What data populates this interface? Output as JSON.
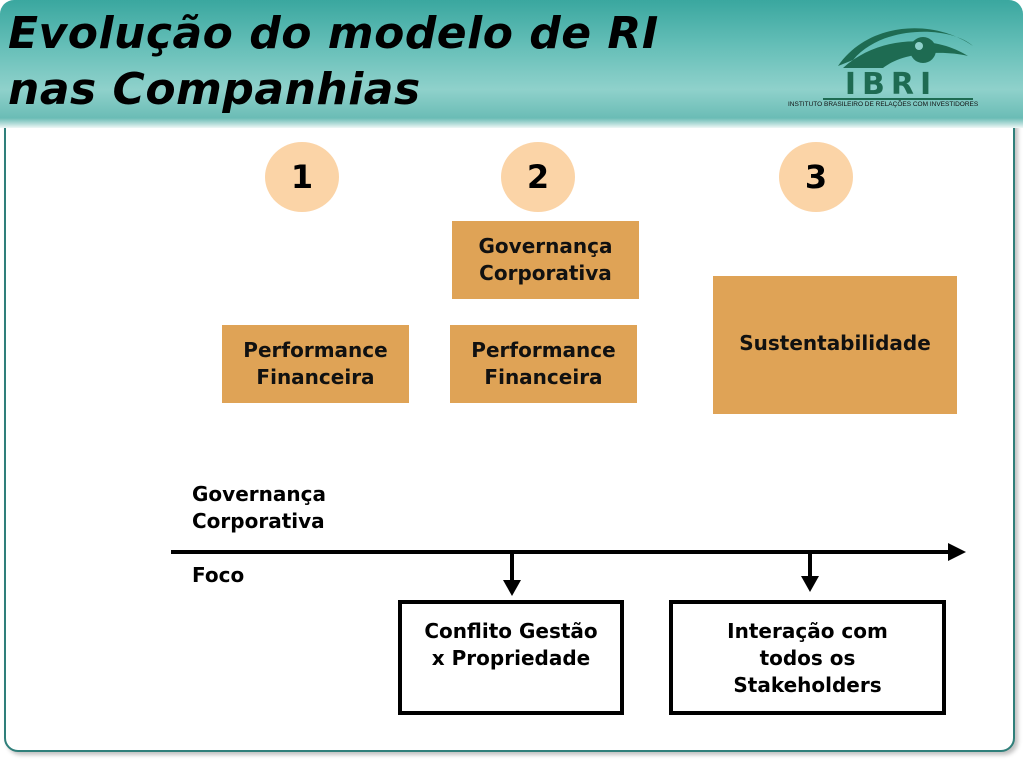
{
  "header": {
    "title_line1": "Evolução do modelo de RI",
    "title_line2": "nas Companhias",
    "logo": {
      "wordmark": "IBRI",
      "caption": "INSTITUTO BRASILEIRO DE RELAÇÕES COM INVESTIDORES",
      "icon": "eye-logo-icon"
    }
  },
  "colors": {
    "header_teal": "#3aa79f",
    "box_tan": "#dfa356",
    "circle_peach": "#fbd4a7",
    "logo_green": "#1e6b52"
  },
  "stages": [
    {
      "number": "1",
      "boxes": [
        "Performance\nFinanceira"
      ]
    },
    {
      "number": "2",
      "boxes": [
        "Governança\nCorporativa",
        "Performance\nFinanceira"
      ]
    },
    {
      "number": "3",
      "boxes": [
        "Sustentabilidade"
      ]
    }
  ],
  "axis": {
    "label_top": "Governança\nCorporativa",
    "label_bottom": "Foco"
  },
  "focus_boxes": [
    "Conflito Gestão\nx Propriedade",
    "Interação com\ntodos os\nStakeholders"
  ]
}
